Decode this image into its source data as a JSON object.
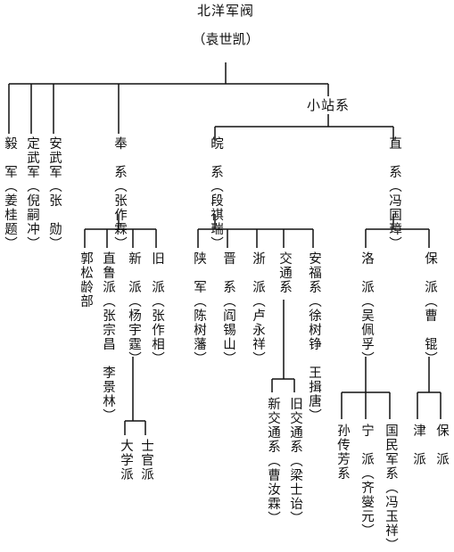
{
  "root": {
    "title": "北洋军阀",
    "sub": "（袁世凯）"
  },
  "xiaozhan": "小站系",
  "left": [
    {
      "id": "yijun",
      "text": "毅　军（姜桂题）"
    },
    {
      "id": "dingwu",
      "text": "定武军（倪嗣冲）"
    },
    {
      "id": "anwu",
      "text": "安武军（张　勋）"
    }
  ],
  "feng": {
    "text": "奉　系（张作霖）",
    "children": [
      {
        "id": "guosongling",
        "text": "郭松龄部"
      },
      {
        "id": "zhilu",
        "text": "直鲁派（张宗昌　李景林）"
      },
      {
        "id": "xinfeng",
        "text": "新　派（杨宇霆）",
        "children": [
          {
            "id": "daxue",
            "text": "大学派"
          },
          {
            "id": "shiguan",
            "text": "士官派"
          }
        ]
      },
      {
        "id": "jiufeng",
        "text": "旧　派（张作相）"
      }
    ]
  },
  "wan": {
    "text": "皖　系（段祺瑞）",
    "children": [
      {
        "id": "shaanjun",
        "text": "陕　军（陈树藩）"
      },
      {
        "id": "jinxi",
        "text": "晋　系（阎锡山）"
      },
      {
        "id": "zhepai",
        "text": "浙　派（卢永祥）"
      },
      {
        "id": "jiaotong",
        "text": "交通系",
        "children": [
          {
            "id": "xinjiaotong",
            "text": "新交通系（曹汝霖）"
          },
          {
            "id": "jiujiaotong",
            "text": "旧交通系（梁士诒）"
          }
        ]
      },
      {
        "id": "anfu",
        "text": "安福系（徐树铮　王揖唐）"
      }
    ]
  },
  "zhi": {
    "text": "直　系（冯国璋）",
    "children": [
      {
        "id": "luopai",
        "text": "洛　派（吴佩孚）",
        "children": [
          {
            "id": "sunchuanfang",
            "text": "孙传芳系"
          },
          {
            "id": "ningpai",
            "text": "宁　派（齐燮元）"
          },
          {
            "id": "guominjun",
            "text": "国民军系（冯玉祥）"
          }
        ]
      },
      {
        "id": "baopai",
        "text": "保　派（曹　锟）",
        "children": [
          {
            "id": "jinpai",
            "text": "津　派"
          },
          {
            "id": "baopai2",
            "text": "保　派"
          }
        ]
      }
    ]
  }
}
